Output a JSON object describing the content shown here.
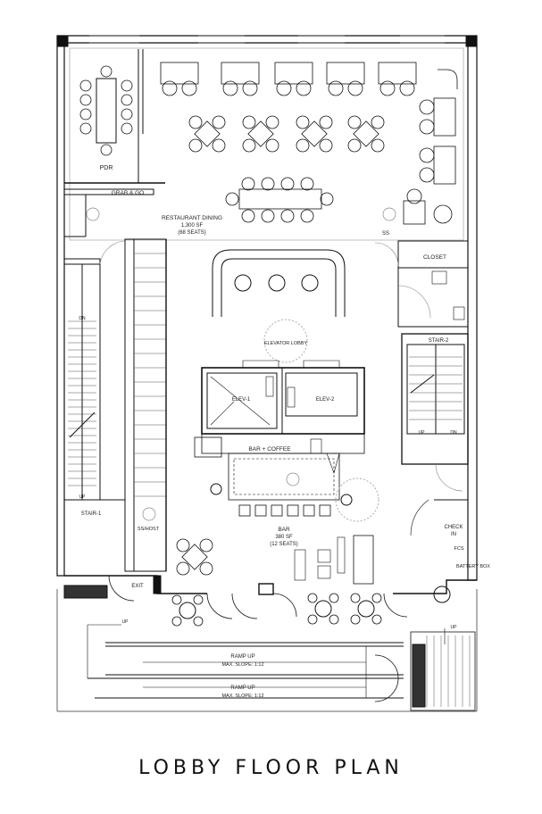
{
  "title": "LOBBY FLOOR PLAN",
  "labels": {
    "pdr": "PDR",
    "grab_go": "GRAB & GO",
    "restaurant": "RESTAURANT DINING",
    "restaurant_sf": "1,300 SF",
    "restaurant_seats": "(68 SEATS)",
    "ss_top": "SS",
    "closet": "CLOSET",
    "elevator_lobby": "ELEVATOR LOBBY",
    "elev1": "ELEV-1",
    "elev2": "ELEV-2",
    "stair1": "STAIR-1",
    "stair2": "STAIR-2",
    "bar_coffee": "BAR + COFFEE",
    "bar": "BAR",
    "bar_sf": "380 SF",
    "bar_seats": "(12 SEATS)",
    "ss_host": "SS/HOST",
    "check_in": "CHECK",
    "check_in2": "IN",
    "fcs": "FCS",
    "battery": "BATTERY BOX",
    "exit": "EXIT",
    "up": "UP",
    "dn": "DN",
    "ramp1": "RAMP UP",
    "ramp1_slope": "MAX. SLOPE: 1:12",
    "ramp2": "RAMP UP",
    "ramp2_slope": "MAX. SLOPE: 1:12"
  },
  "colors": {
    "wall": "#111111",
    "line": "#333333",
    "light": "#888888"
  }
}
